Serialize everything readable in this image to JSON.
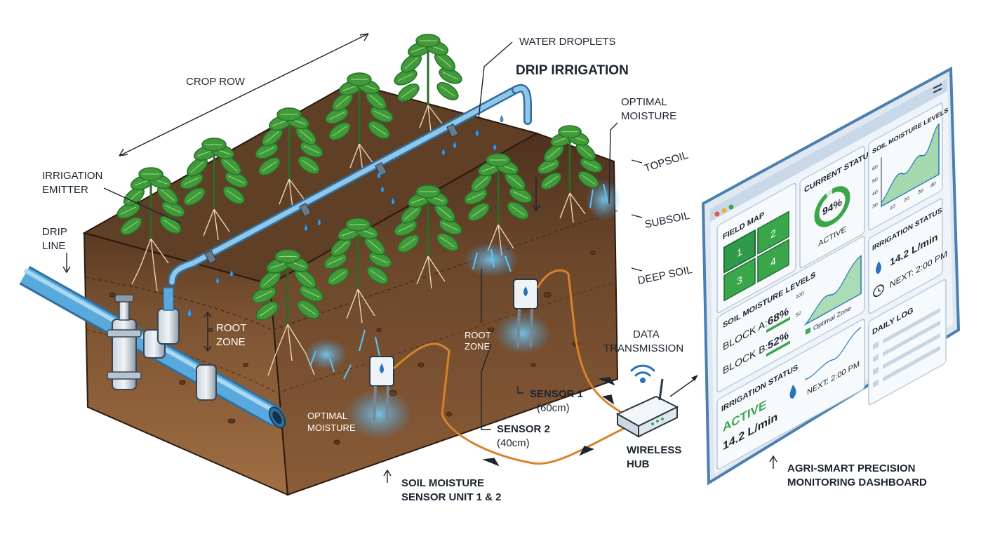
{
  "labels": {
    "crop_row": "CROP ROW",
    "water_droplets": "WATER DROPLETS",
    "drip_irrigation": "DRIP IRRIGATION",
    "optimal_moisture_top": [
      "OPTIMAL",
      "MOISTURE"
    ],
    "irrigation_emitter": [
      "IRRIGATION",
      "EMITTER"
    ],
    "drip_line": [
      "DRIP",
      "LINE"
    ],
    "topsoil": "TOPSOIL",
    "subsoil": "SUBSOIL",
    "deep_soil": "DEEP SOIL",
    "root_zone_left": [
      "ROOT",
      "ZONE"
    ],
    "root_zone_right": [
      "ROOT",
      "ZONE"
    ],
    "optimal_moisture_bottom": [
      "OPTIMAL",
      "MOISTURE"
    ],
    "data_transmission": [
      "DATA",
      "TRANSMISSION"
    ],
    "sensor1": [
      "SENSOR 1",
      "(60cm)"
    ],
    "sensor2": [
      "SENSOR 2",
      "(40cm)"
    ],
    "wireless_hub": [
      "WIRELESS",
      "HUB"
    ],
    "soil_moisture_sensor_unit": [
      "SOIL MOISTURE",
      "SENSOR UNIT 1 & 2"
    ],
    "dashboard_caption": [
      "AGRI-SMART PRECISION",
      "MONITORING DASHBOARD"
    ]
  },
  "dashboard": {
    "field_map": {
      "title": "FIELD MAP",
      "blocks": [
        "1",
        "2",
        "3",
        "4"
      ]
    },
    "current_status": {
      "title": "CURRENT STATUS",
      "percent": 94,
      "percent_label": "94%",
      "state": "ACTIVE"
    },
    "soil_moisture_top": {
      "title": "SOIL MOISTURE LEVELS",
      "y_ticks": [
        "60",
        "50",
        "40",
        "30"
      ],
      "x_ticks": [
        "10",
        "20",
        "30",
        "40"
      ]
    },
    "irrigation_status_right": {
      "title": "IRRIGATION STATUS",
      "flow": "14.2 L/min",
      "next": "NEXT: 2:00 PM"
    },
    "soil_moisture_mid": {
      "title": "SOIL MOISTURE LEVELS",
      "block_a_label": "BLOCK A:",
      "block_a_value": "68%",
      "block_b_label": "BLOCK B:",
      "block_b_value": "52%",
      "y_ticks": [
        "100",
        "52"
      ],
      "legend": "Optimal Zone"
    },
    "daily_log": {
      "title": "DAILY LOG"
    },
    "irrigation_status_bottom": {
      "title": "IRRIGATION STATUS",
      "state": "ACTIVE",
      "flow": "14.2 L/min",
      "next": "NEXT: 2:00 PM"
    }
  },
  "colors": {
    "soil_top": "#6b4a2e",
    "soil_mid": "#8a5f3a",
    "soil_deep": "#9c6c42",
    "pipe": "#5aa9dc",
    "pipe_dark": "#2f6f9e",
    "leaf": "#3f9a3a",
    "leaf_dark": "#2a6f2a",
    "water": "#3fa0ea",
    "wire": "#d9822b",
    "dash_green": "#3aa64a",
    "dash_blue": "#2a73b8",
    "dash_frame": "#4a7fb0"
  }
}
